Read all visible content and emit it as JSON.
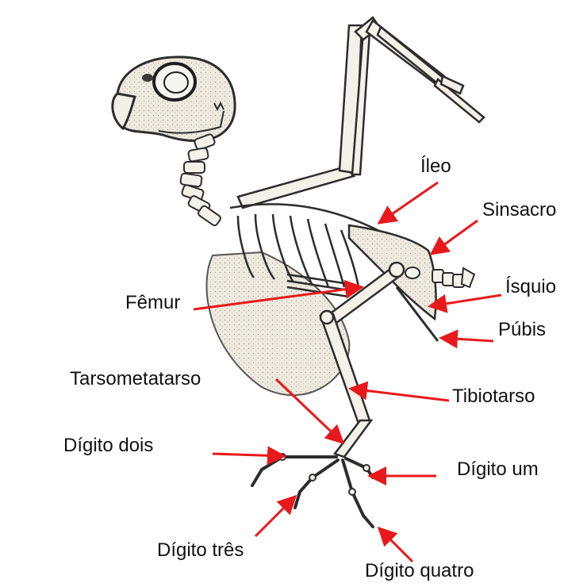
{
  "labels": {
    "ileo": "Íleo",
    "sinsacro": "Sinsacro",
    "femur": "Fêmur",
    "isquio": "Ísquio",
    "pubis": "Púbis",
    "tarsometatarso": "Tarsometatarso",
    "tibiotarso": "Tibiotarso",
    "digito_dois": "Dígito dois",
    "digito_um": "Dígito um",
    "digito_tres": "Dígito três",
    "digito_quatro": "Dígito quatro"
  },
  "colors": {
    "arrow": "#e8191b",
    "bone_fill": "#f4f1ea",
    "bone_stroke": "#3a3a3a",
    "body_fill": "#ebe7dc",
    "label_text": "#111111"
  }
}
